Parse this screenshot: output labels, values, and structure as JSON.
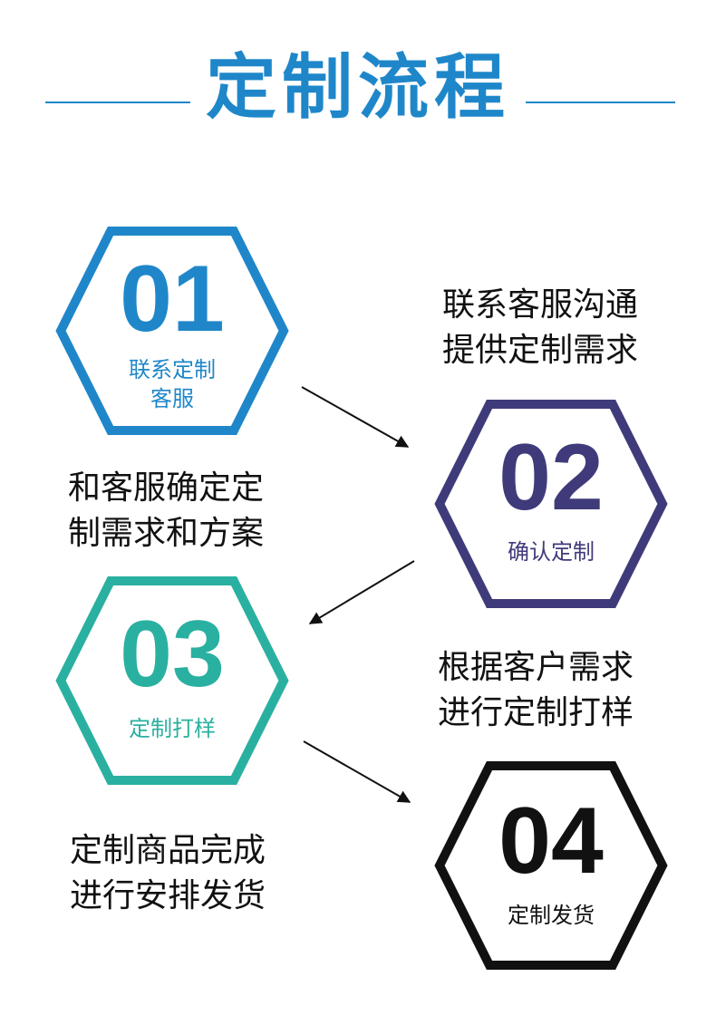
{
  "title": "定制流程",
  "colors": {
    "step1": "#1f87c9",
    "step2": "#3f3b7a",
    "step3": "#2ab0a0",
    "step4": "#111111",
    "text": "#111111"
  },
  "steps": [
    {
      "num": "01",
      "label_line1": "联系定制",
      "label_line2": "客服"
    },
    {
      "num": "02",
      "label_line1": "确认定制"
    },
    {
      "num": "03",
      "label_line1": "定制打样"
    },
    {
      "num": "04",
      "label_line1": "定制发货"
    }
  ],
  "descriptions": [
    {
      "line1": "联系客服沟通",
      "line2": "提供定制需求"
    },
    {
      "line1": "和客服确定定",
      "line2": "制需求和方案"
    },
    {
      "line1": "根据客户需求",
      "line2": "进行定制打样"
    },
    {
      "line1": "定制商品完成",
      "line2": "进行安排发货"
    }
  ]
}
